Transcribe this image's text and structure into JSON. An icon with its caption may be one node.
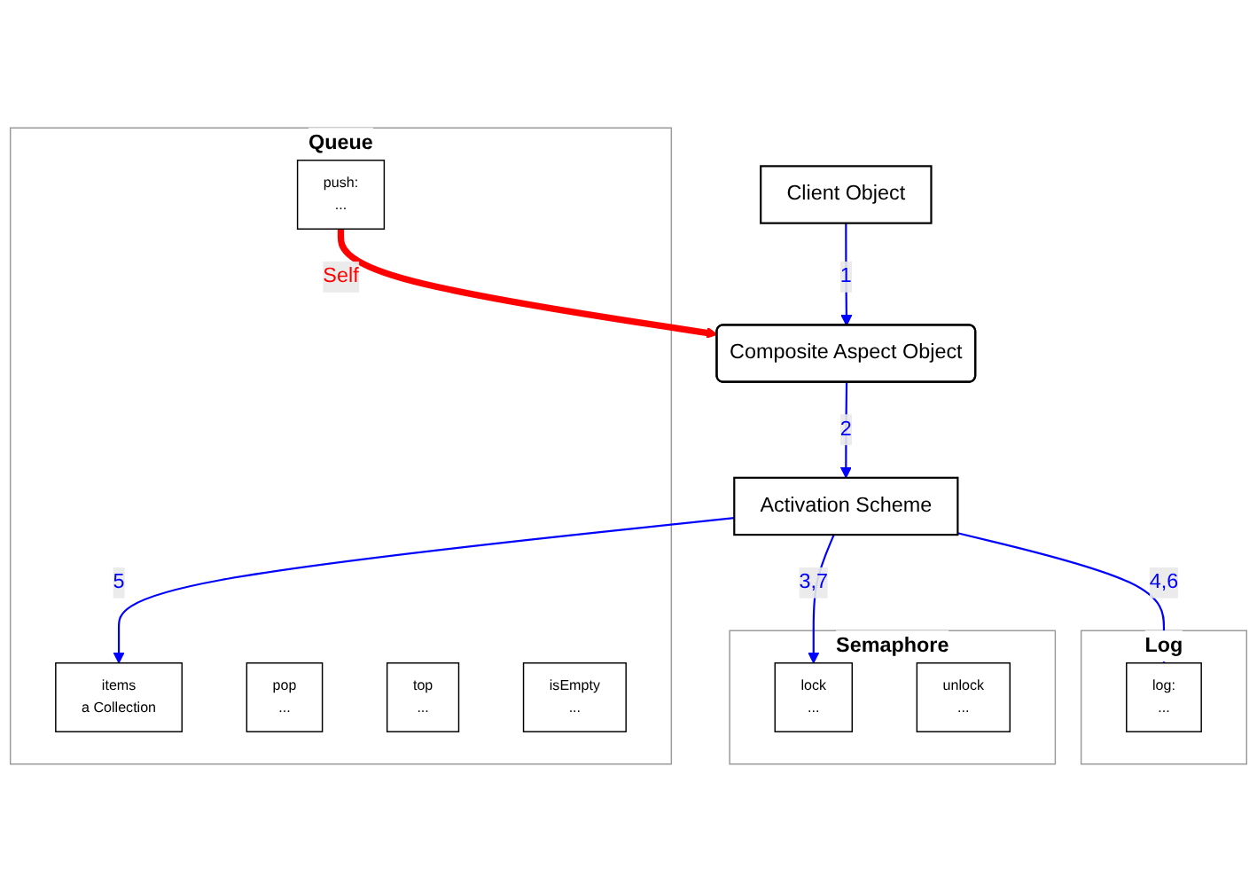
{
  "diagram": {
    "nodes": [
      {
        "text": [
          "Client Object"
        ]
      },
      {
        "text": [
          "Composite Aspect Object"
        ]
      },
      {
        "text": [
          "Activation Scheme"
        ]
      },
      {
        "text": [
          "Queue"
        ]
      },
      {
        "text": [
          "items",
          "a Collection"
        ],
        "in": 3
      },
      {
        "text": [
          "push:",
          "..."
        ],
        "in": 3
      },
      {
        "text": [
          "pop",
          "..."
        ],
        "in": 3
      },
      {
        "text": [
          "top",
          "..."
        ],
        "in": 3
      },
      {
        "text": [
          "isEmpty",
          "..."
        ],
        "in": 3
      },
      {
        "text": [
          "Log"
        ]
      },
      {
        "text": [
          "log:",
          "..."
        ],
        "in": 9
      },
      {
        "text": [
          "Semaphore"
        ]
      },
      {
        "text": [
          "lock",
          "..."
        ],
        "in": 11
      },
      {
        "text": [
          "unlock",
          "..."
        ],
        "in": 11
      }
    ],
    "edges": [
      {
        "from": 0,
        "to": 1,
        "arrow": "to",
        "label": "1"
      },
      {
        "from": 1,
        "to": 2,
        "arrow": "to",
        "label": "2"
      },
      {
        "from": 2,
        "to": 4,
        "arrow": "to",
        "label": "5"
      },
      {
        "from": 2,
        "to": 10,
        "arrow": "to",
        "label": "4,6"
      },
      {
        "from": 2,
        "to": 12,
        "arrow": "to",
        "label": "3,7"
      },
      {
        "from": 5,
        "to": 1,
        "arrow": "to",
        "label": "Self",
        "style": "thick",
        "color": "#ff0000"
      }
    ]
  }
}
